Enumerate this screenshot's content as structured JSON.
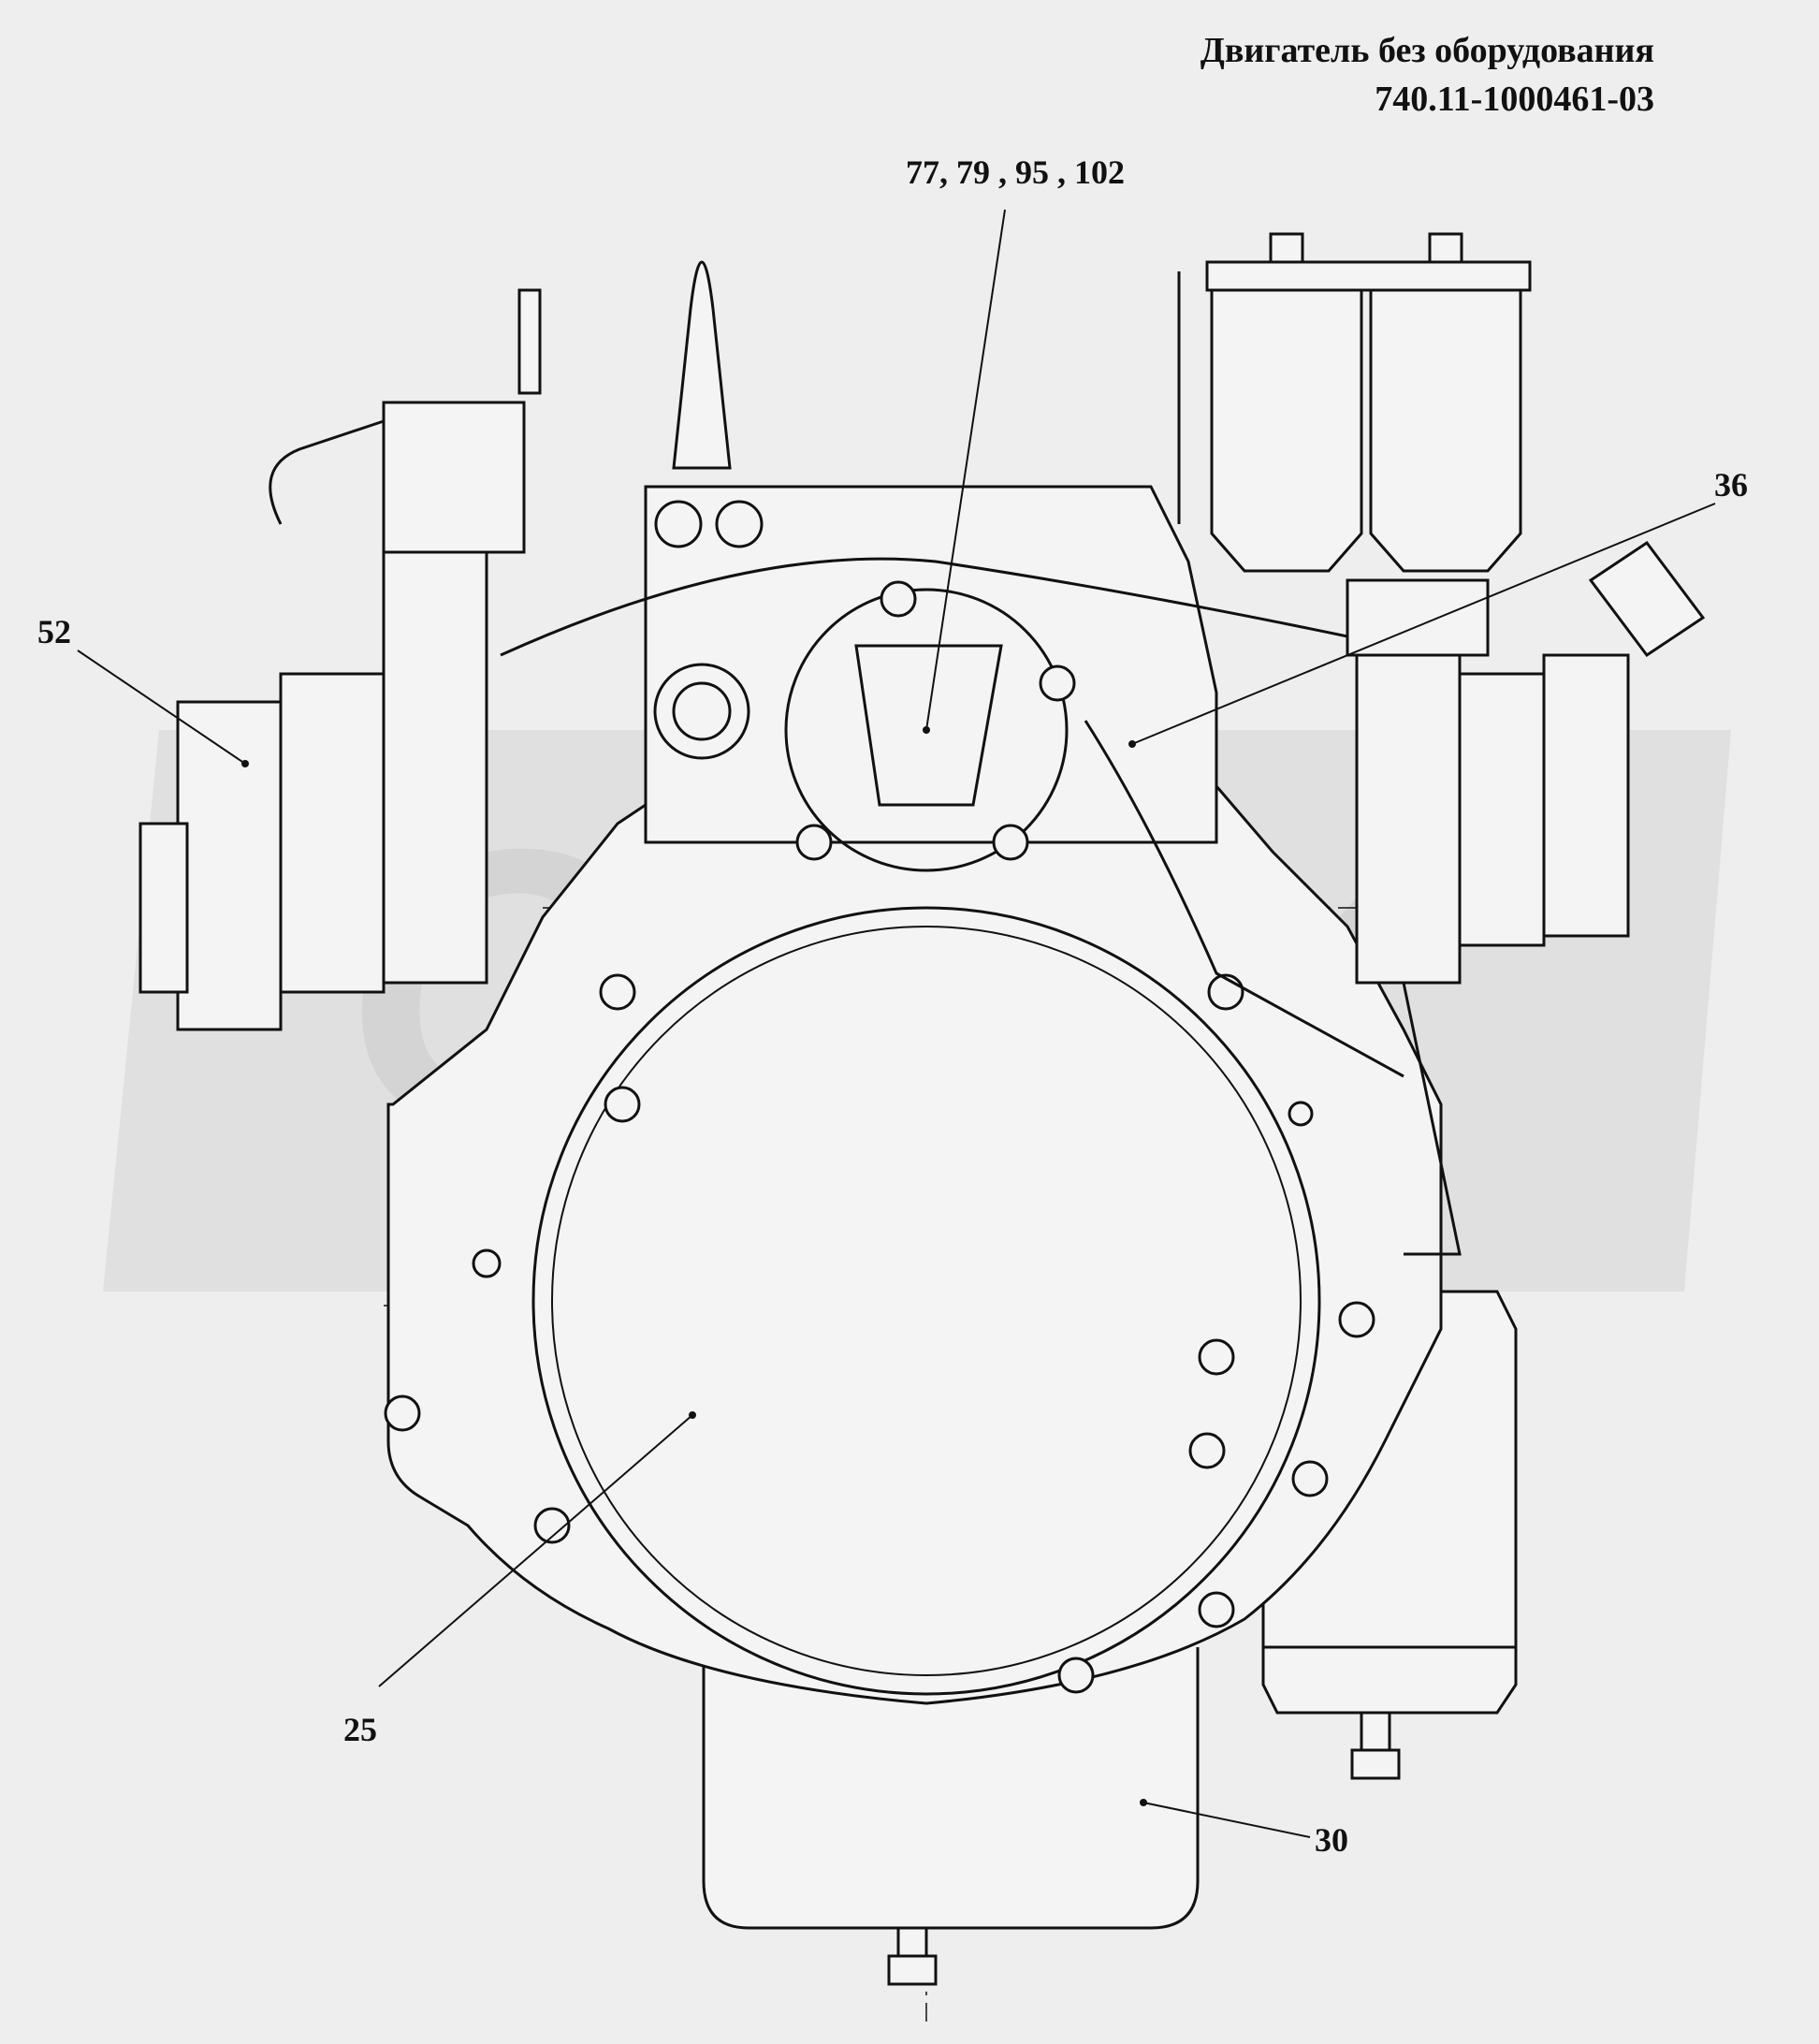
{
  "title": {
    "line1": "Двигатель без оборудования",
    "line2": "740.11-1000461-03"
  },
  "callouts": [
    {
      "id": "77-79-95-102",
      "label": "77, 79 , 95 , 102"
    },
    {
      "id": "36",
      "label": "36"
    },
    {
      "id": "52",
      "label": "52"
    },
    {
      "id": "25",
      "label": "25"
    },
    {
      "id": "30",
      "label": "30"
    }
  ],
  "watermark": {
    "text": "OPEX",
    "color": "#d6d6d6"
  },
  "colors": {
    "background": "#eeeeee",
    "line": "#111111"
  }
}
